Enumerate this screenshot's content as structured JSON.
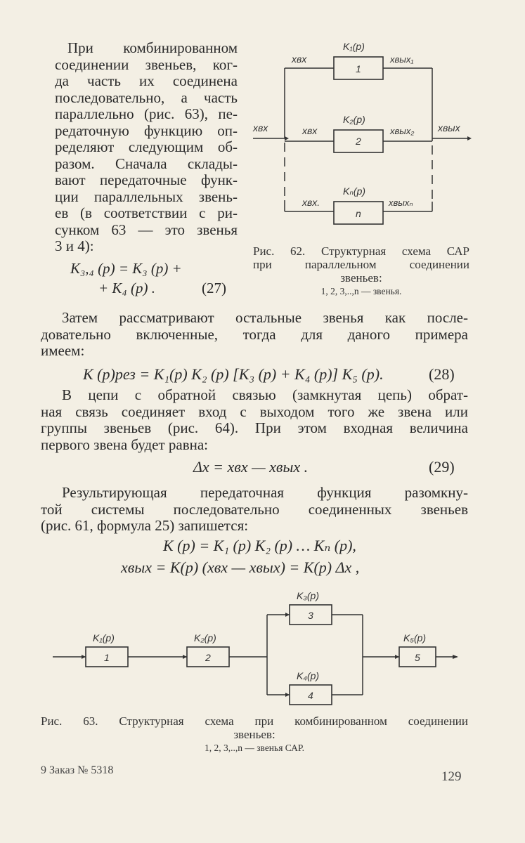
{
  "left_paragraph": [
    "При комбинированном",
    "соединении звеньев, ког-",
    "да часть их соединена",
    "последовательно, а часть",
    "параллельно (рис. 63), пе-",
    "редаточную функцию оп-",
    "ределяют следующим об-",
    "разом. Сначала склады-",
    "вают передаточные функ-",
    "ции параллельных звень-",
    "ев (в соответствии с ри-",
    "сунком 63 — это звенья",
    "3 и 4):"
  ],
  "eq27": {
    "line1": "K₃,₄ (p) = K₃ (p) +",
    "line2": "+ K₄ (p) .",
    "num": "(27)"
  },
  "fig62": {
    "caption1": "Рис. 62. Структурная схема САР",
    "caption2": "при параллельном соединении",
    "caption3": "звеньев:",
    "caption4": "1, 2, 3,..,n — звенья.",
    "k1": "K₁(p)",
    "k2": "K₂(p)",
    "kn": "Kₙ(p)",
    "b1": "1",
    "b2": "2",
    "bn": "n",
    "xin": "xвх",
    "xin1": "xвх",
    "xin2": "xвх",
    "xinn": "xвх.",
    "xout1": "xвых₁",
    "xout2": "xвых₂",
    "xoutn": "xвыхₙ",
    "xout": "xвых"
  },
  "para2": [
    "Затем рассматривают остальные звенья как после-",
    "довательно включенные, тогда для даного примера",
    "имеем:"
  ],
  "eq28": {
    "text": "K (p)рез = K₁(p) K₂ (p) [K₃ (p) + K₄ (p)] K₅ (p).",
    "num": "(28)"
  },
  "para3": [
    "В цепи с обратной связью (замкнутая цепь) обрат-",
    "ная связь соединяет вход с выходом того же звена или",
    "группы звеньев (рис. 64). При этом входная величина",
    "первого звена будет равна:"
  ],
  "eq29": {
    "text": "Δx = xвх — xвых .",
    "num": "(29)"
  },
  "para4": [
    "Результирующая передаточная функция разомкну-",
    "той системы последовательно соединенных звеньев",
    "(рис. 61, формула 25) запишется:"
  ],
  "eq30": {
    "line1": "K (p) = K₁ (p) K₂ (p) … Kₙ (p),",
    "line2": "xвых = K(p) (xвх — xвых) = K(p) Δx ,"
  },
  "fig63": {
    "caption1": "Рис. 63. Структурная схема при комбинированном соединении",
    "caption2": "звеньев:",
    "caption3": "1, 2, 3,..,n — звенья САР.",
    "k1": "K₁(p)",
    "k2": "K₂(p)",
    "k3": "K₃(p)",
    "k4": "K₄(p)",
    "k5": "K₅(p)",
    "b1": "1",
    "b2": "2",
    "b3": "3",
    "b4": "4",
    "b5": "5"
  },
  "footer": {
    "left": "9 Заказ № 5318",
    "page": "129"
  }
}
